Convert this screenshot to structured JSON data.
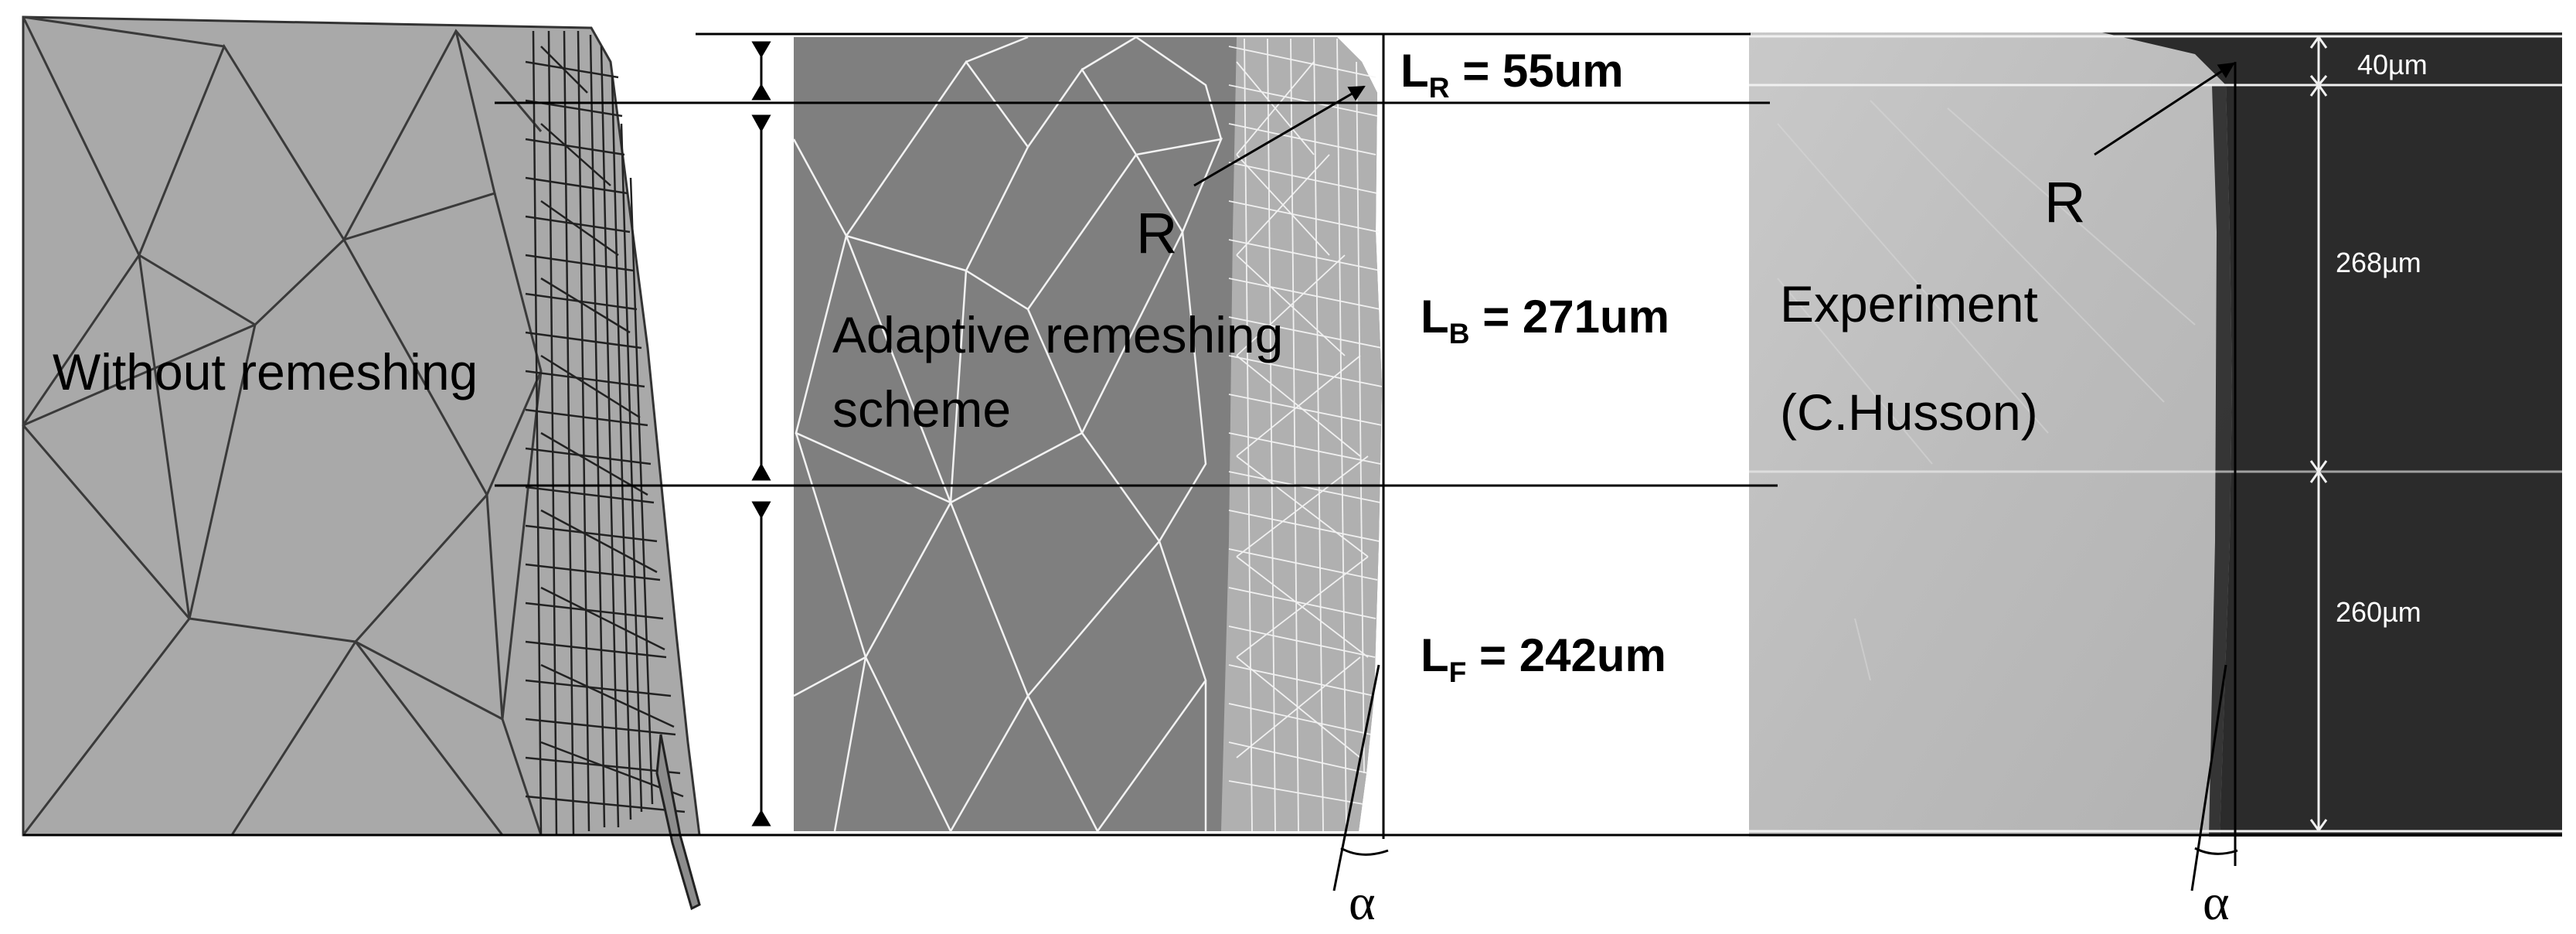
{
  "panels": {
    "left": {
      "label": "Without remeshing"
    },
    "middle": {
      "label_line1": "Adaptive remeshing",
      "label_line2": "scheme"
    },
    "right": {
      "label_line1": "Experiment",
      "label_line2": "(C.Husson)"
    }
  },
  "zones": {
    "rollover": {
      "letter": "L",
      "sub": "R",
      "value": "= 55um"
    },
    "burnish": {
      "letter": "L",
      "sub": "B",
      "value": "= 271um"
    },
    "fracture": {
      "letter": "L",
      "sub": "F",
      "value": "= 242um"
    }
  },
  "symbols": {
    "radius": "R",
    "angle": "α"
  },
  "experiment_dimensions": [
    "40µm",
    "268µm",
    "260µm"
  ],
  "colors": {
    "mesh_fill": "#a8a8a8",
    "mesh_dark_fill": "#7f7f7f",
    "experiment_fill": "#bdbdbd",
    "experiment_background": "#2b2b2b"
  }
}
